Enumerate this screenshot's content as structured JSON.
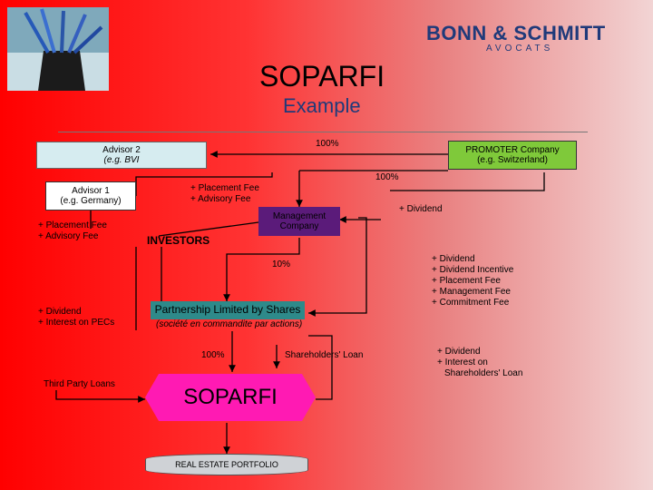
{
  "header": {
    "logo_main": "BONN & SCHMITT",
    "logo_sub": "AVOCATS",
    "title": "SOPARFI",
    "subtitle": "Example"
  },
  "entities": {
    "advisor2": {
      "line1": "Advisor 2",
      "line2": "(e.g. BVI"
    },
    "promoter": {
      "line1": "PROMOTER Company",
      "line2": "(e.g. Switzerland)"
    },
    "advisor1": {
      "line1": "Advisor 1",
      "line2": "(e.g. Germany)"
    },
    "management": {
      "line1": "Management",
      "line2": "Company"
    },
    "investors": "INVESTORS",
    "partnership": {
      "line1": "Partnership Limited by Shares",
      "line2": "(société en commandite par actions)"
    },
    "soparfi": "SOPARFI",
    "portfolio": "REAL ESTATE PORTFOLIO",
    "third_party": "Third Party Loans"
  },
  "labels": {
    "pct_top": "100%",
    "pct_promoter": "100%",
    "pct_investors": "10%",
    "pct_soparfi": "100%",
    "shareholders_loan": "Shareholders' Loan",
    "fees_mgmt": [
      "+ Placement Fee",
      "+ Advisory Fee"
    ],
    "fees_left": [
      "+ Placement Fee",
      "+ Advisory Fee"
    ],
    "dividend_mgmt": "+ Dividend",
    "right_list": [
      "+ Dividend",
      "+ Dividend Incentive",
      "+ Placement Fee",
      "+ Management Fee",
      "+ Commitment Fee"
    ],
    "left_dividend": [
      "+ Dividend",
      "+ Interest on PECs"
    ],
    "right_dividend": [
      "+ Dividend",
      "+ Interest on",
      "Shareholders' Loan"
    ]
  },
  "colors": {
    "advisor2_bg": "#d6ecf0",
    "promoter_bg": "#7fc93a",
    "management_bg": "#5b1b7a",
    "partnership_bg": "#2e8a8a",
    "soparfi_bg": "#ff1ab3",
    "portfolio_bg": "#cfd2d6",
    "logo": "#1f3a7a"
  }
}
